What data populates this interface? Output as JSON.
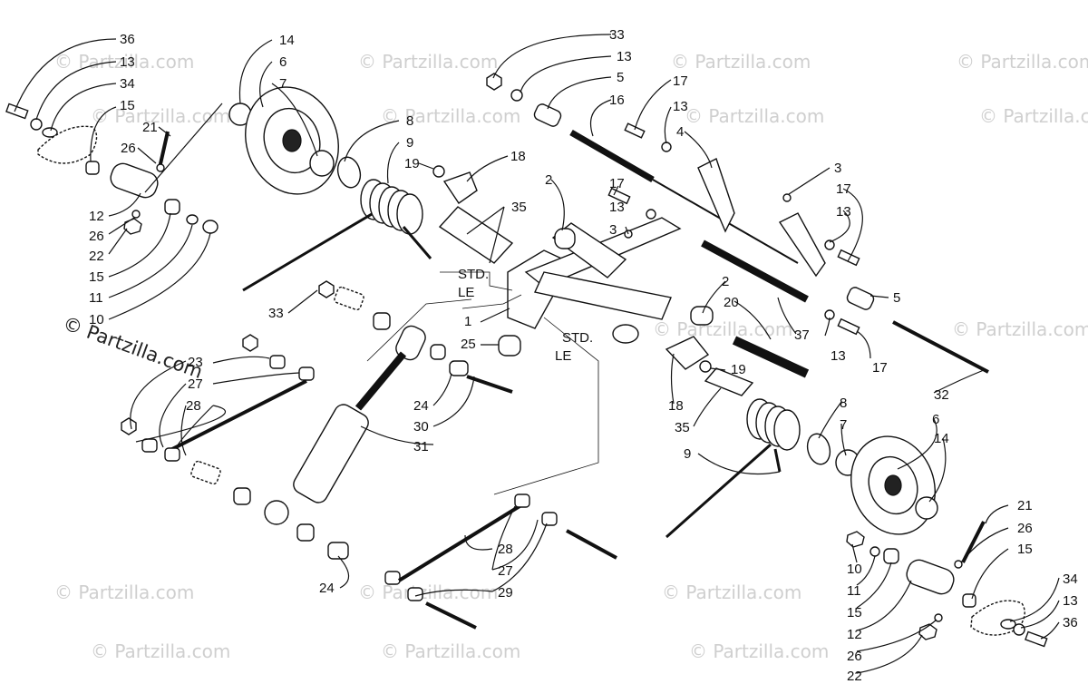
{
  "watermark": {
    "text": "© Partzilla.com"
  },
  "orientation_labels": {
    "std": "STD.",
    "le": "LE"
  },
  "callouts": [
    "1",
    "2",
    "3",
    "4",
    "5",
    "6",
    "7",
    "8",
    "9",
    "10",
    "11",
    "12",
    "13",
    "14",
    "15",
    "16",
    "17",
    "18",
    "19",
    "20",
    "21",
    "22",
    "23",
    "24",
    "25",
    "26",
    "27",
    "28",
    "29",
    "30",
    "31",
    "32",
    "33",
    "34",
    "35",
    "36",
    "37"
  ]
}
